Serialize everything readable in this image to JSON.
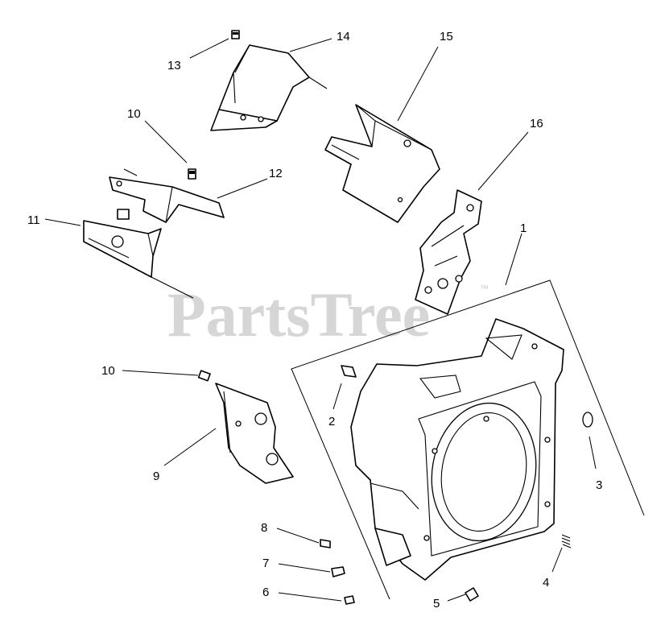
{
  "watermark": {
    "text": "PartsTree",
    "trademark": "™"
  },
  "callouts": {
    "c1": "1",
    "c2": "2",
    "c3": "3",
    "c4": "4",
    "c5": "5",
    "c6": "6",
    "c7": "7",
    "c8": "8",
    "c9": "9",
    "c10a": "10",
    "c10b": "10",
    "c11": "11",
    "c12": "12",
    "c13": "13",
    "c14": "14",
    "c15": "15",
    "c16": "16"
  }
}
